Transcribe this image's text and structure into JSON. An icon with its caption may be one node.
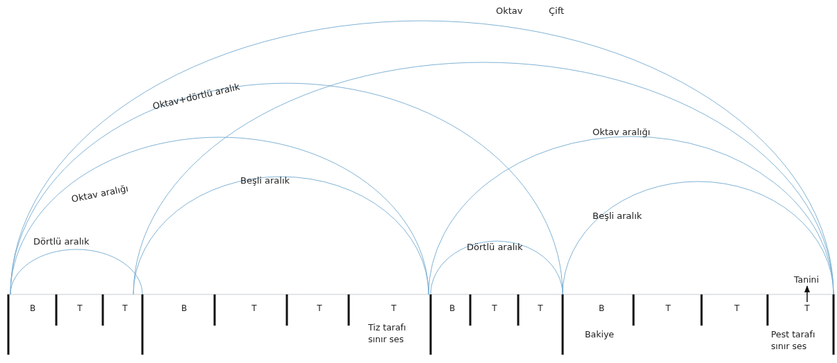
{
  "diagram": {
    "nodes": [
      {
        "text": [
          "B"
        ]
      },
      {
        "text": [
          "T"
        ]
      },
      {
        "text": [
          "T"
        ]
      },
      {
        "text": [
          "B"
        ]
      },
      {
        "text": [
          "T"
        ]
      },
      {
        "text": [
          "T"
        ]
      },
      {
        "text": [
          "T"
        ],
        "beside": [
          "Tiz tarafı sınır ses"
        ]
      },
      {
        "text": [
          "B"
        ]
      },
      {
        "text": [
          "T"
        ]
      },
      {
        "text": [
          "T"
        ]
      },
      {
        "text": [
          "B"
        ],
        "beside": [
          "Bakiye"
        ]
      },
      {
        "text": [
          "T"
        ]
      },
      {
        "text": [
          "T"
        ]
      },
      {
        "text": [
          "T"
        ],
        "beside": [
          "Pest tarafı sınır ses"
        ]
      },
      {
        "text": [
          "Tanini"
        ]
      }
    ],
    "edges": [
      {
        "from": 13,
        "to": 14,
        "arrow": "to"
      }
    ],
    "labels": [
      "Oktav",
      "Çift",
      "Oktav+dörtlü aralık",
      "Oktav aralığı",
      "Oktav aralığı",
      "Beşli aralık",
      "Beşli aralık",
      "Dörtlü aralık",
      "Dörtlü aralık"
    ]
  }
}
